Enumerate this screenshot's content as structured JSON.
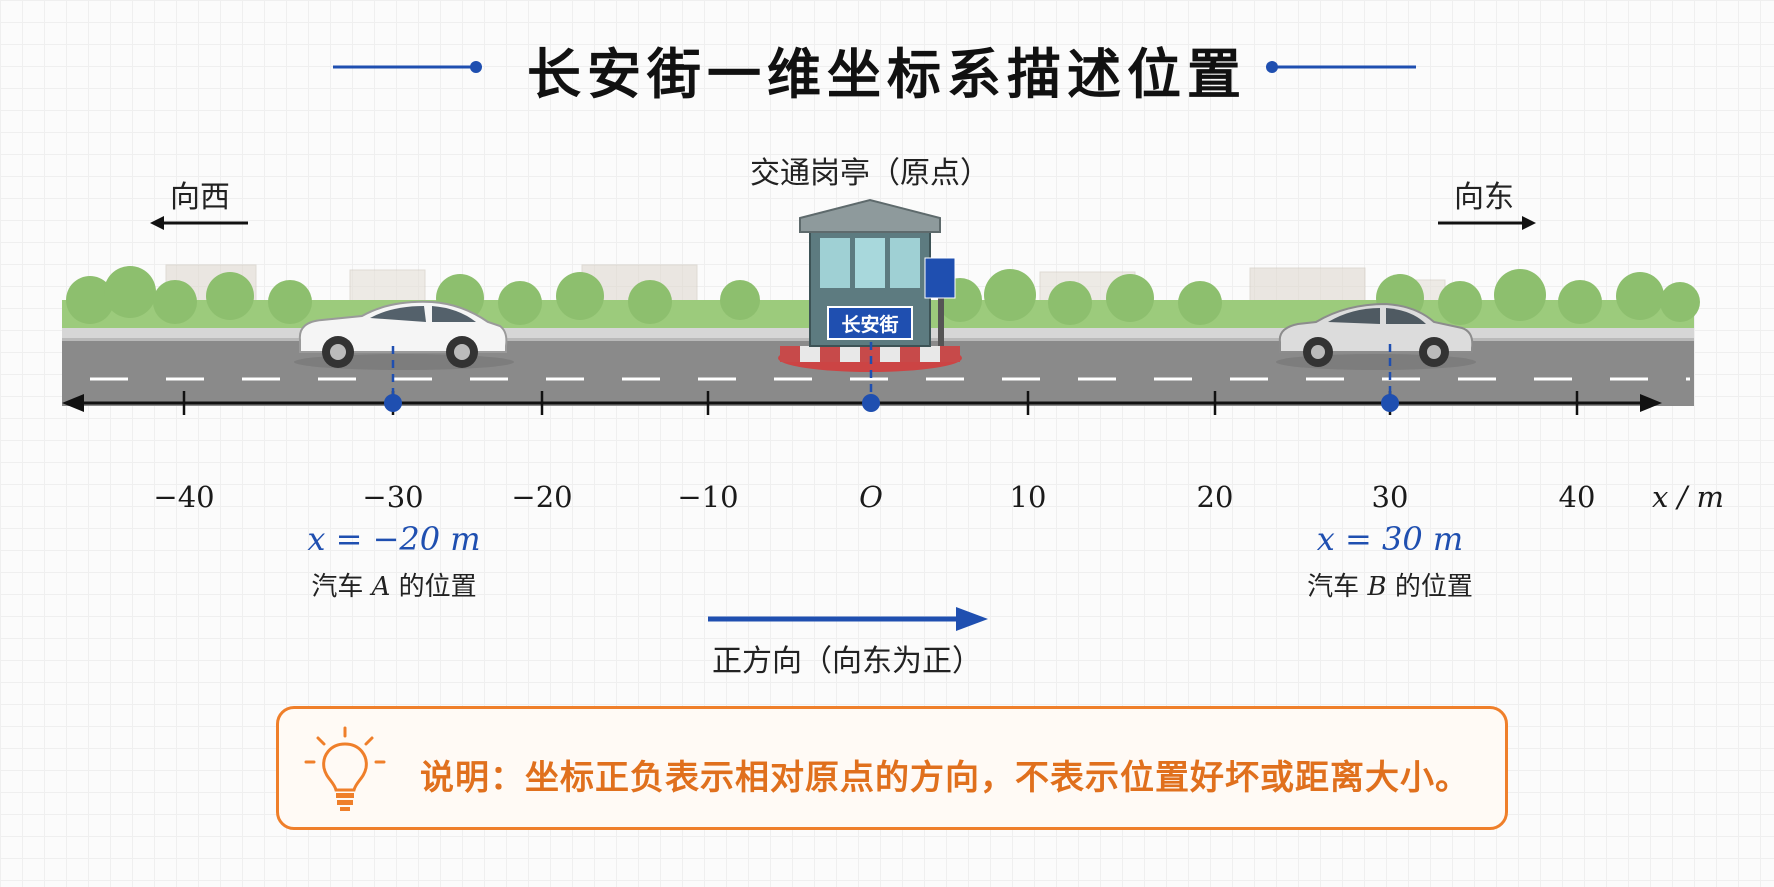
{
  "title": "长安街一维坐标系描述位置",
  "west_label": "向西",
  "east_label": "向东",
  "booth_caption": "交通岗亭（原点）",
  "booth_sign": "长安街",
  "axis": {
    "ticks": [
      {
        "value": -40,
        "label": "−40"
      },
      {
        "value": -30,
        "label": "−30"
      },
      {
        "value": -20,
        "label": "−20"
      },
      {
        "value": -10,
        "label": "−10"
      },
      {
        "value": 0,
        "label": "O"
      },
      {
        "value": 10,
        "label": "10"
      },
      {
        "value": 20,
        "label": "20"
      },
      {
        "value": 30,
        "label": "30"
      },
      {
        "value": 40,
        "label": "40"
      }
    ],
    "axis_label": "x / m"
  },
  "car_a": {
    "equation": "x = −20 m",
    "caption_prefix": "汽车 ",
    "caption_var": "A",
    "caption_suffix": " 的位置"
  },
  "car_b": {
    "equation": "x = 30 m",
    "caption_prefix": "汽车 ",
    "caption_var": "B",
    "caption_suffix": " 的位置"
  },
  "direction_label": "正方向（向东为正）",
  "note": {
    "prefix": "说明：",
    "text": "坐标正负表示相对原点的方向，不表示位置好坏或距离大小。"
  },
  "colors": {
    "accent_blue": "#1f4fb0",
    "note_orange": "#ef7f2a",
    "road": "#8a8a8a"
  }
}
